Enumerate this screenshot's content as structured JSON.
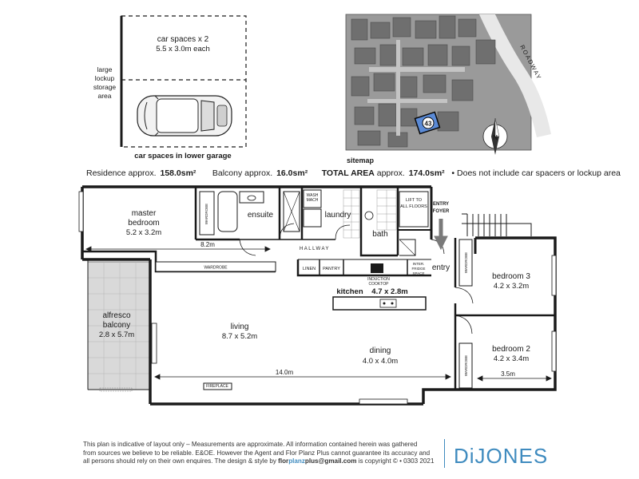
{
  "garage": {
    "title": "car spaces x 2",
    "dims": "5.5 x 3.0m each",
    "caption": "car spaces in lower garage",
    "storage": [
      "large",
      "lockup",
      "storage",
      "area"
    ]
  },
  "sitemap": {
    "caption": "sitemap",
    "lot_number": "43",
    "road": "ROADWAY",
    "compass": "N"
  },
  "summary": {
    "residence_label": "Residence approx.",
    "residence_value": "158.0sm²",
    "balcony_label": "Balcony approx.",
    "balcony_value": "16.0sm²",
    "total_label": "TOTAL AREA",
    "total_approx": "approx.",
    "total_value": "174.0sm²",
    "note": "• Does not include car spacers or lockup area"
  },
  "rooms": {
    "master": {
      "name1": "master",
      "name2": "bedroom",
      "dims": "5.2 x 3.2m"
    },
    "ensuite": "ensuite",
    "laundry": "laundry",
    "wash_mach_1": "WASH",
    "wash_mach_2": "MACH",
    "bath": "bath",
    "lift_1": "LIFT TO",
    "lift_2": "ALL FLOORS",
    "entry_foyer_1": "ENTRY",
    "entry_foyer_2": "FOYER",
    "hallway": "HALLWAY",
    "linen": "LINEN",
    "pantry": "PANTRY",
    "cooktop_1": "INDUCTION",
    "cooktop_2": "COOKTOP",
    "fridge_1": "INTER.",
    "fridge_2": "FRIDGE",
    "fridge_3": "SPACE",
    "kitchen": "kitchen",
    "kitchen_dims": "4.7 x 2.8m",
    "entry": "entry",
    "bed3": {
      "name": "bedroom 3",
      "dims": "4.2 x 3.2m"
    },
    "bed2": {
      "name": "bedroom 2",
      "dims": "4.2 x 3.4m"
    },
    "alfresco": {
      "name1": "alfresco",
      "name2": "balcony",
      "dims": "2.8 x 5.7m"
    },
    "living": {
      "name": "living",
      "dims": "8.7 x 5.2m"
    },
    "dining": {
      "name": "dining",
      "dims": "4.0 x 4.0m"
    },
    "fireplace": "FIREPLACE",
    "wardrobe": "WARDROBE"
  },
  "dimensions": {
    "master_width": "8.2m",
    "overall_width": "14.0m",
    "bed2_width": "3.5m"
  },
  "footer": {
    "line1": "This plan is indicative of layout only  –  Measurements are approximate. All information contained herein was gathered",
    "line2": "from sources we believe to be reliable. E&OE. However the Agent and Flor Planz Plus cannot guarantee its accuracy and",
    "line3_prefix": "all persons should rely on their own enquires. The design & style by ",
    "line3_b1": "flor",
    "line3_b2": "planz",
    "line3_b3": "plus@gmail.com",
    "line3_suffix": " is copyright ©  •  0303 2021",
    "brand": "DiJONES"
  },
  "colors": {
    "wall": "#1a1a1a",
    "balcony_fill": "#d9d9d9",
    "brand": "#3f8bbf"
  }
}
